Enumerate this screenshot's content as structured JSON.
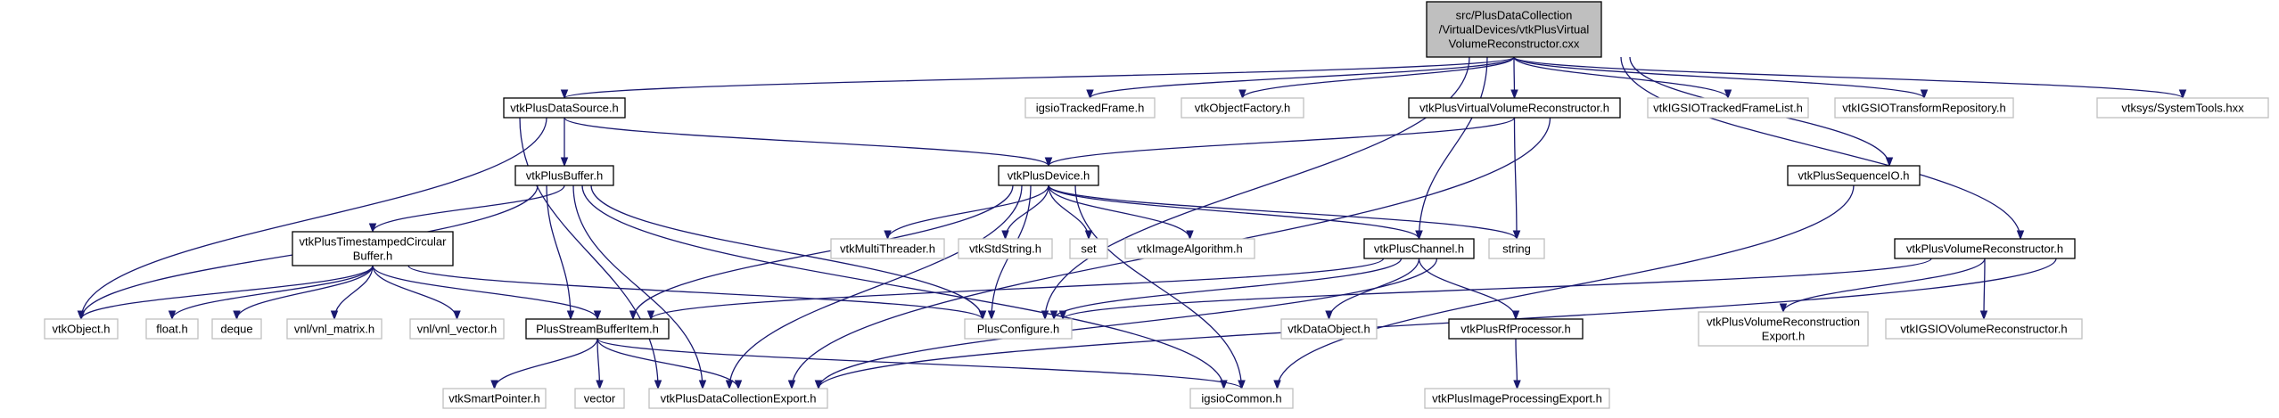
{
  "diagram": {
    "type": "include-dependency-graph",
    "colors": {
      "edge": "#191970",
      "root_fill": "#bfbfbf",
      "box_border": "#000000",
      "external_border": "#bfbfbf",
      "text": "#000000"
    },
    "nodes": {
      "root": {
        "lines": [
          "src/PlusDataCollection",
          "/VirtualDevices/vtkPlusVirtual",
          "VolumeReconstructor.cxx"
        ]
      },
      "datasource": {
        "lines": [
          "vtkPlusDataSource.h"
        ]
      },
      "igsioTrackedFrame": {
        "lines": [
          "igsioTrackedFrame.h"
        ]
      },
      "vtkObjectFactory": {
        "lines": [
          "vtkObjectFactory.h"
        ]
      },
      "virtualVR": {
        "lines": [
          "vtkPlusVirtualVolumeReconstructor.h"
        ]
      },
      "igsioTFL": {
        "lines": [
          "vtkIGSIOTrackedFrameList.h"
        ]
      },
      "igsioTR": {
        "lines": [
          "vtkIGSIOTransformRepository.h"
        ]
      },
      "systemTools": {
        "lines": [
          "vtksys/SystemTools.hxx"
        ]
      },
      "buffer": {
        "lines": [
          "vtkPlusBuffer.h"
        ]
      },
      "device": {
        "lines": [
          "vtkPlusDevice.h"
        ]
      },
      "sequenceIO": {
        "lines": [
          "vtkPlusSequenceIO.h"
        ]
      },
      "tscb": {
        "lines": [
          "vtkPlusTimestampedCircular",
          "Buffer.h"
        ]
      },
      "multiThreader": {
        "lines": [
          "vtkMultiThreader.h"
        ]
      },
      "stdString": {
        "lines": [
          "vtkStdString.h"
        ]
      },
      "set": {
        "lines": [
          "set"
        ]
      },
      "imageAlgorithm": {
        "lines": [
          "vtkImageAlgorithm.h"
        ]
      },
      "channel": {
        "lines": [
          "vtkPlusChannel.h"
        ]
      },
      "string": {
        "lines": [
          "string"
        ]
      },
      "volumeReconstructor": {
        "lines": [
          "vtkPlusVolumeReconstructor.h"
        ]
      },
      "vtkObject": {
        "lines": [
          "vtkObject.h"
        ]
      },
      "floatH": {
        "lines": [
          "float.h"
        ]
      },
      "deque": {
        "lines": [
          "deque"
        ]
      },
      "vnlMatrix": {
        "lines": [
          "vnl/vnl_matrix.h"
        ]
      },
      "vnlVector": {
        "lines": [
          "vnl/vnl_vector.h"
        ]
      },
      "streamBufferItem": {
        "lines": [
          "PlusStreamBufferItem.h"
        ]
      },
      "plusConfigure": {
        "lines": [
          "PlusConfigure.h"
        ]
      },
      "dataObject": {
        "lines": [
          "vtkDataObject.h"
        ]
      },
      "rfProcessor": {
        "lines": [
          "vtkPlusRfProcessor.h"
        ]
      },
      "vrExport": {
        "lines": [
          "vtkPlusVolumeReconstruction",
          "Export.h"
        ]
      },
      "igsioVR": {
        "lines": [
          "vtkIGSIOVolumeReconstructor.h"
        ]
      },
      "smartPointer": {
        "lines": [
          "vtkSmartPointer.h"
        ]
      },
      "vector": {
        "lines": [
          "vector"
        ]
      },
      "dcExport": {
        "lines": [
          "vtkPlusDataCollectionExport.h"
        ]
      },
      "igsioCommon": {
        "lines": [
          "igsioCommon.h"
        ]
      },
      "ipExport": {
        "lines": [
          "vtkPlusImageProcessingExport.h"
        ]
      }
    }
  }
}
